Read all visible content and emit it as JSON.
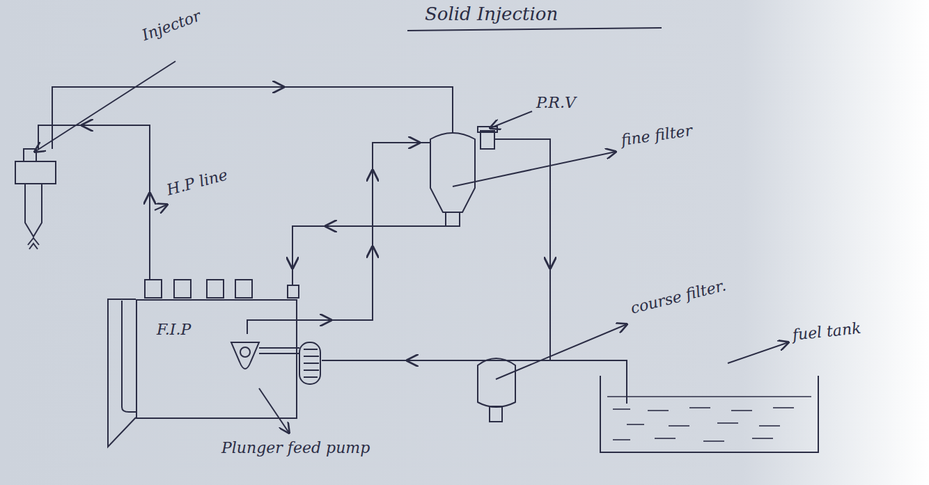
{
  "diagram": {
    "title": "Solid Injection",
    "nodes": [
      {
        "text": [
          "F.I.P"
        ]
      }
    ],
    "labels": [
      "Injector",
      "P.R.V",
      "fine filter",
      "H.P line",
      "course filter.",
      "fuel tank",
      "Plunger feed pump"
    ]
  }
}
